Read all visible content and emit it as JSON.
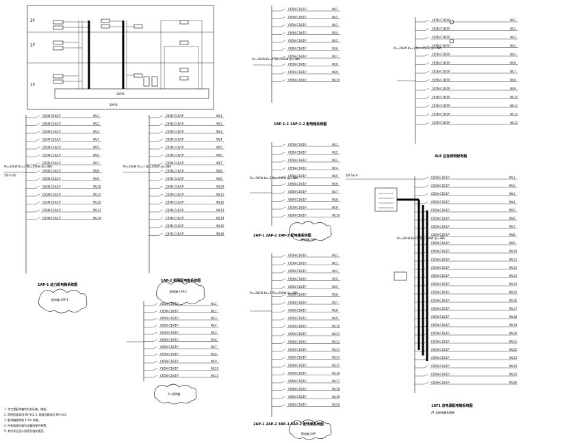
{
  "riser": {
    "floors": [
      "3F",
      "2F",
      "1F"
    ],
    "base_label": "3AP-B"
  },
  "panels": {
    "p1": {
      "title": "1AP-1 动力配电箱系统图",
      "notes": "配电箱 1AP-1"
    },
    "p2": {
      "title": "1AP-2 照明配电箱系统图",
      "notes": "配电箱 1AP-2"
    },
    "p3": {
      "title": "1AP-1-2 1AP-2-2 配电箱系统图"
    },
    "p4": {
      "title": "2AP-1 2AP-2 2AP-3 配电箱系统图",
      "notes": "配电箱 2AP"
    },
    "p5": {
      "title": "2AP-1 2AP-2 3AP-1 3AP-2 配电箱系统图",
      "notes": "配电箱 3AP"
    },
    "p6": {
      "title": "ALE 应急照明配电箱"
    },
    "p7": {
      "title": "AT 总配电箱系统图"
    },
    "p8": {
      "title": "1AT1 双电源配电箱系统图"
    },
    "small": {
      "title": "AL 照明箱"
    }
  },
  "feeder_text": "Pe=20kW Kx=1 Pjs=20kW Ijs=38A",
  "incoming_label": "YJV-5x16",
  "breaker": "C65N-C16/1P",
  "circuit_label": "WL",
  "notes": [
    "1. 本工程配电箱均为非标箱，暗装。",
    "2. 照明回路采用 BV-3x2.5, 插座回路采用 BV-3x4。",
    "3. 配电箱底距地 1.5m 安装。",
    "4. 所有插座回路均设漏电保护装置。",
    "5. 其余详见设计说明及相关规范。"
  ]
}
